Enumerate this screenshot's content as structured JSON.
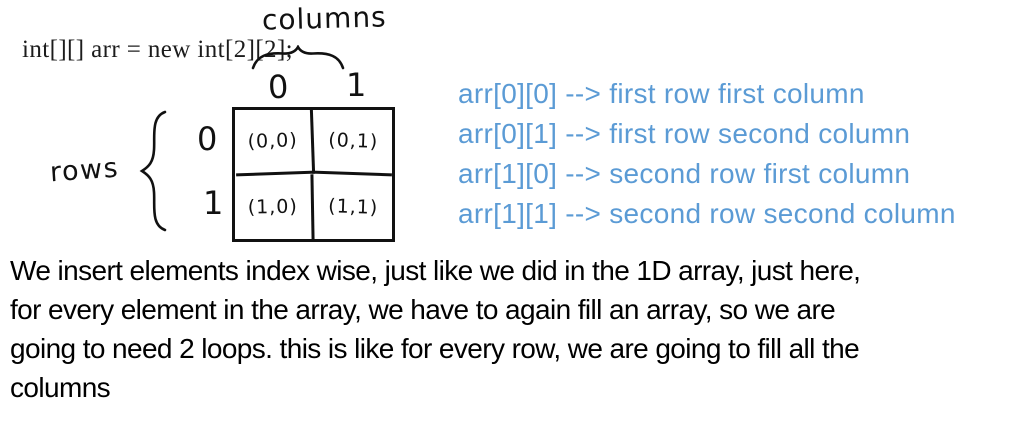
{
  "colors": {
    "accent_blue": "#5B9BD5",
    "ink": "#111111",
    "background": "#ffffff"
  },
  "code": {
    "declaration": "int[][] arr = new int[2][2];"
  },
  "diagram": {
    "columns_label": "columns",
    "rows_label": "rows",
    "col_headers": [
      "0",
      "1"
    ],
    "row_headers": [
      "0",
      "1"
    ],
    "cells": [
      [
        "(0,0)",
        "(0,1)"
      ],
      [
        "(1,0)",
        "(1,1)"
      ]
    ]
  },
  "legend": {
    "lines": [
      "arr[0][0] --> first row first column",
      "arr[0][1] --> first row second column",
      "arr[1][0] --> second row first column",
      "arr[1][1] --> second row second column"
    ]
  },
  "paragraph": {
    "lines": [
      "We insert elements index wise, just like we did in the 1D array, just here,",
      "for every element in the array, we have to again fill an array, so we are",
      "going to need 2 loops. this is like for every row, we are going to fill all the",
      "columns"
    ]
  }
}
